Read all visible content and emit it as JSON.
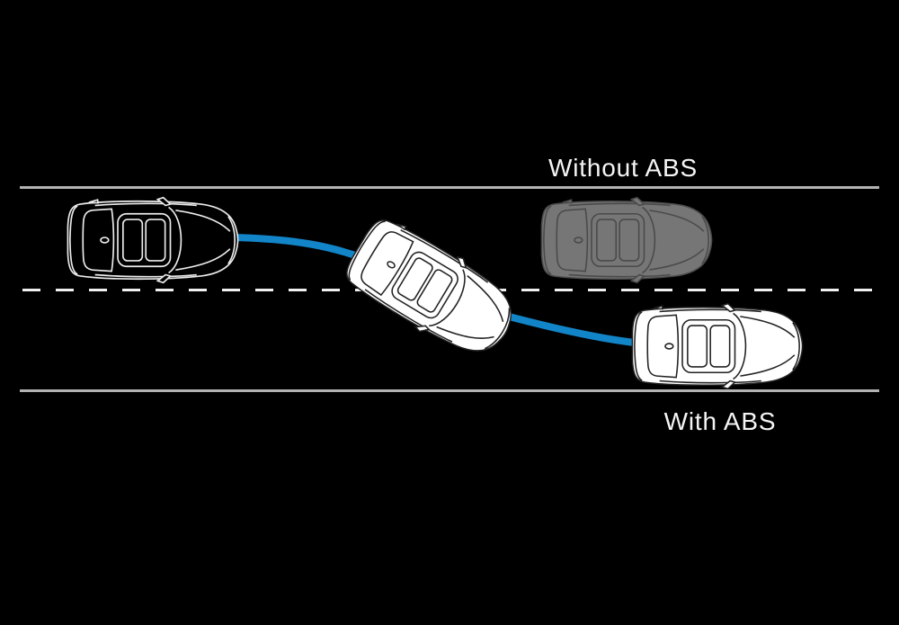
{
  "labels": {
    "without_abs": "Without ABS",
    "with_abs": "With ABS"
  },
  "colors": {
    "background": "#000000",
    "trajectory": "#1285c9",
    "lane_line_solid": "#b3b3b3",
    "lane_line_dashed": "#f0f0f0",
    "label_text": "#f5f5f5",
    "car_white_fill": "#ffffff",
    "car_line_dark": "#222222",
    "car_gray_fill": "#767676",
    "car_outline_stroke": "#ececec"
  },
  "scene": {
    "road_lanes": 2,
    "icons": [
      {
        "name": "car-start",
        "style": "white-outline car top view",
        "lane": "top"
      },
      {
        "name": "car-swerving",
        "style": "white-filled car top view, rotated mid-swerve",
        "lane": "crossing divider"
      },
      {
        "name": "car-without-abs",
        "style": "gray-filled car top view",
        "lane": "top"
      },
      {
        "name": "car-with-abs",
        "style": "white-filled car top view",
        "lane": "bottom"
      }
    ]
  }
}
